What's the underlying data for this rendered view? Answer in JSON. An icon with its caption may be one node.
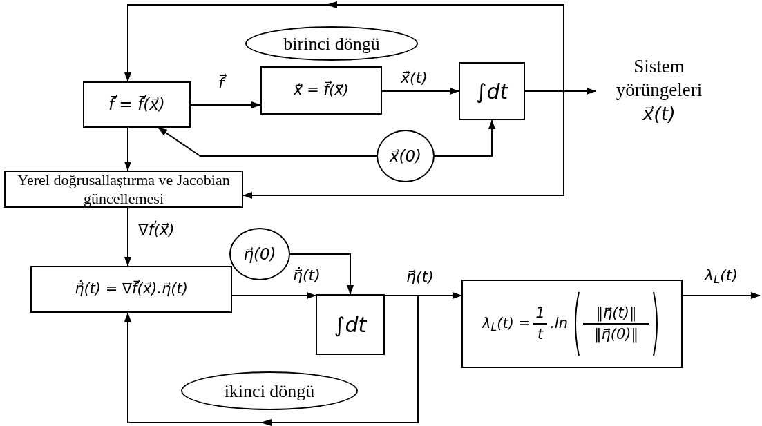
{
  "diagram": {
    "nodes": [
      {
        "text": [
          "f⃗ = f⃗(x⃗)"
        ]
      },
      {
        "text": [
          "x⃗̇ = f⃗(x⃗)"
        ]
      },
      {
        "text": [
          "∫dt"
        ]
      },
      {
        "text": [
          "Sistem yörüngeleri",
          "x⃗(t)"
        ]
      },
      {
        "text": [
          "birinci döngü"
        ]
      },
      {
        "text": [
          "x⃗(0)"
        ]
      },
      {
        "text": [
          "Yerel doğrusallaştırma ve Jacobian güncellemesi"
        ]
      },
      {
        "text": [
          "η⃗(0)"
        ]
      },
      {
        "text": [
          "η⃗̇(t) = ∇f⃗(x⃗).η⃗(t)"
        ]
      },
      {
        "text": [
          "∫dt"
        ]
      },
      {
        "text": [
          "λ$_{L}$(t) =",
          "1",
          "t",
          ".ln",
          "‖η⃗(t)‖",
          "‖η⃗(0)‖"
        ]
      },
      {
        "text": [
          "ikinci döngü"
        ]
      }
    ],
    "edges": [
      {
        "from": 0,
        "to": 1,
        "arrow": "to",
        "label": "f⃗"
      },
      {
        "from": 1,
        "to": 2,
        "arrow": "to",
        "label": "x⃗̇(t)"
      },
      {
        "from": 2,
        "to": 3,
        "arrow": "to"
      },
      {
        "from": 2,
        "to": 0,
        "arrow": "to"
      },
      {
        "from": 2,
        "to": 6,
        "arrow": "to"
      },
      {
        "from": 5,
        "to": 2,
        "arrow": "to"
      },
      {
        "from": 5,
        "to": 0,
        "arrow": "to"
      },
      {
        "from": 0,
        "to": 6,
        "arrow": "to"
      },
      {
        "from": 6,
        "to": 8,
        "arrow": "to",
        "label": "∇f⃗(x⃗)"
      },
      {
        "from": 7,
        "to": 9,
        "arrow": "to"
      },
      {
        "from": 8,
        "to": 9,
        "arrow": "to",
        "label": "η⃗̇(t)"
      },
      {
        "from": 9,
        "to": 10,
        "arrow": "to",
        "label": "η⃗(t)"
      },
      {
        "from": 9,
        "to": 8,
        "arrow": "to"
      },
      {
        "from": 10,
        "to": null,
        "arrow": "to",
        "label": "λ$_{L}$(t)"
      }
    ]
  }
}
